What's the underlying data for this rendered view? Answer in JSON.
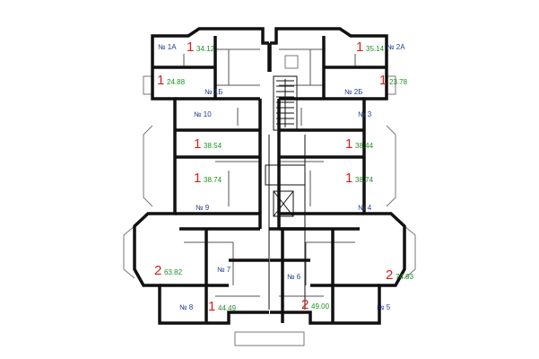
{
  "colors": {
    "wall": "#111111",
    "thin_line": "#555555",
    "balcony": "#777777",
    "apt_number": "#1f3f8f",
    "room_count": "#e01a1a",
    "area": "#1f8f1f"
  },
  "apartments": [
    {
      "key": "1a",
      "number": "№ 1А",
      "rooms": "1",
      "area": "34.12"
    },
    {
      "key": "1b",
      "number": "№ 1Б",
      "rooms": "1",
      "area": "24.88"
    },
    {
      "key": "2a",
      "number": "№ 2А",
      "rooms": "1",
      "area": "35.14"
    },
    {
      "key": "2b",
      "number": "№ 2Б",
      "rooms": "1",
      "area": "23.78"
    },
    {
      "key": "10",
      "number": "№ 10",
      "rooms": "1",
      "area": "38.54"
    },
    {
      "key": "3",
      "number": "№ 3",
      "rooms": "1",
      "area": "38.44"
    },
    {
      "key": "9",
      "number": "№ 9",
      "rooms": "1",
      "area": "38.74"
    },
    {
      "key": "4",
      "number": "№ 4",
      "rooms": "1",
      "area": "38.74"
    },
    {
      "key": "8",
      "number": "№ 8",
      "rooms": "2",
      "area": "63.82"
    },
    {
      "key": "7",
      "number": "№ 7",
      "rooms": "1",
      "area": "44.49"
    },
    {
      "key": "6",
      "number": "№ 6",
      "rooms": "2",
      "area": "49.00"
    },
    {
      "key": "5",
      "number": "№ 5",
      "rooms": "2",
      "area": "74.93"
    }
  ]
}
